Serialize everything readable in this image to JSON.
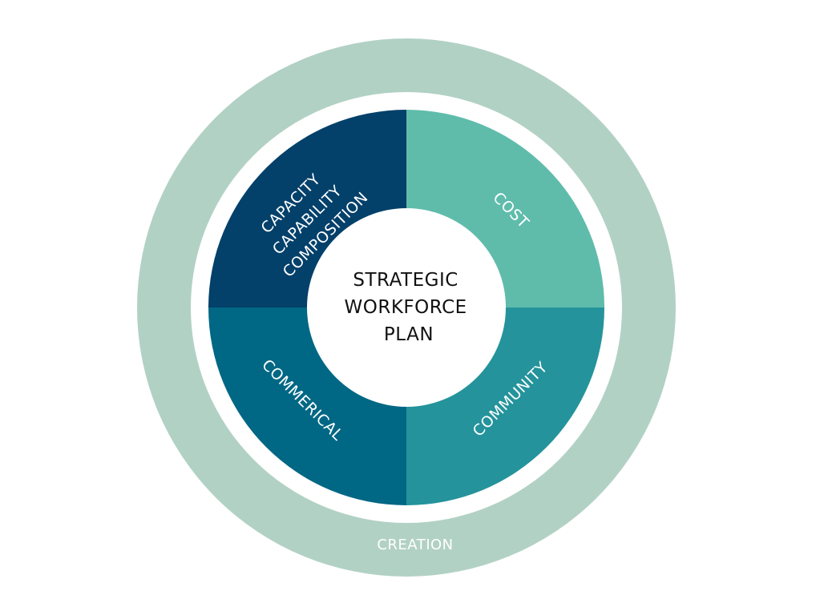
{
  "outer_ring": {
    "label": "CREATION",
    "color": "#b2d1c5"
  },
  "center": {
    "lines": [
      "STRATEGIC",
      "WORKFORCE",
      "PLAN"
    ]
  },
  "segments": [
    {
      "id": "top-left",
      "lines": [
        "CAPACITY",
        "CAPABILITY",
        "COMPOSITION"
      ],
      "color": "#03406a"
    },
    {
      "id": "top-right",
      "lines": [
        "COST"
      ],
      "color": "#5fbcab"
    },
    {
      "id": "bottom-right",
      "lines": [
        "COMMUNITY"
      ],
      "color": "#24939b"
    },
    {
      "id": "bottom-left",
      "lines": [
        "COMMERICAL"
      ],
      "color": "#006784"
    }
  ]
}
